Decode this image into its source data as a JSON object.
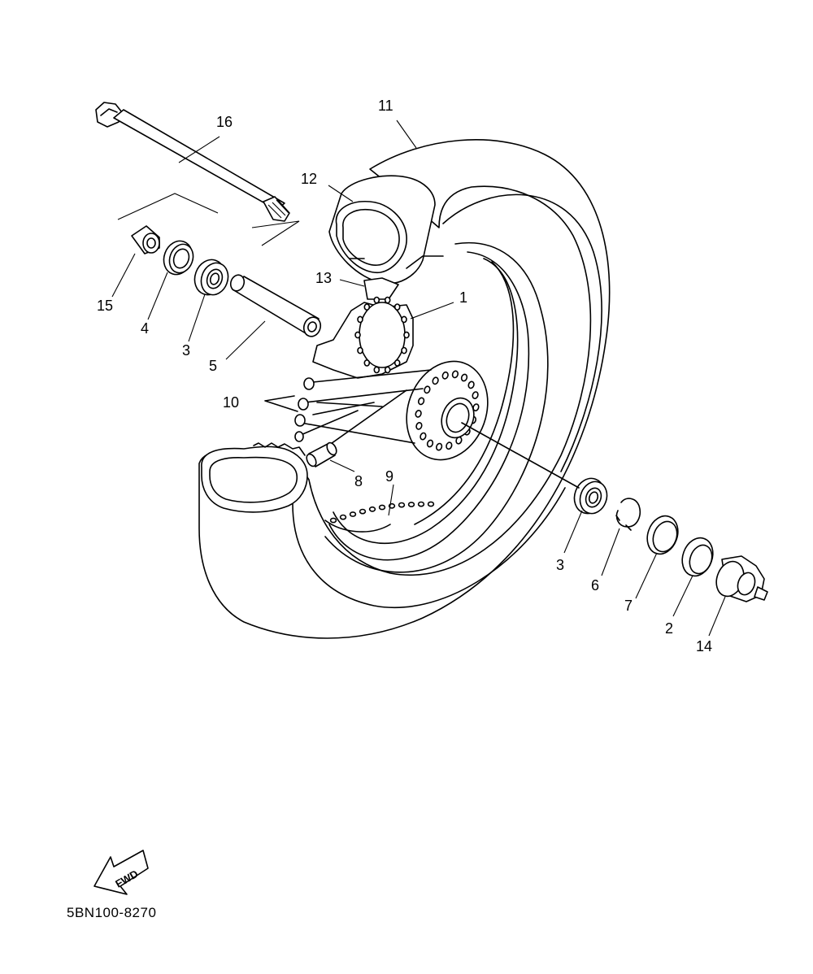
{
  "diagram": {
    "callouts": [
      {
        "id": "c1",
        "text": "1"
      },
      {
        "id": "c2",
        "text": "2"
      },
      {
        "id": "c3a",
        "text": "3"
      },
      {
        "id": "c3b",
        "text": "3"
      },
      {
        "id": "c4",
        "text": "4"
      },
      {
        "id": "c5",
        "text": "5"
      },
      {
        "id": "c6",
        "text": "6"
      },
      {
        "id": "c7",
        "text": "7"
      },
      {
        "id": "c8",
        "text": "8"
      },
      {
        "id": "c9",
        "text": "9"
      },
      {
        "id": "c10",
        "text": "10"
      },
      {
        "id": "c11",
        "text": "11"
      },
      {
        "id": "c12",
        "text": "12"
      },
      {
        "id": "c13",
        "text": "13"
      },
      {
        "id": "c14",
        "text": "14"
      },
      {
        "id": "c15",
        "text": "15"
      },
      {
        "id": "c16",
        "text": "16"
      }
    ],
    "fwd_label": "FWD",
    "drawing_code": "5BN100-8270"
  },
  "colors": {
    "ink": "#000000",
    "paper": "#ffffff"
  }
}
